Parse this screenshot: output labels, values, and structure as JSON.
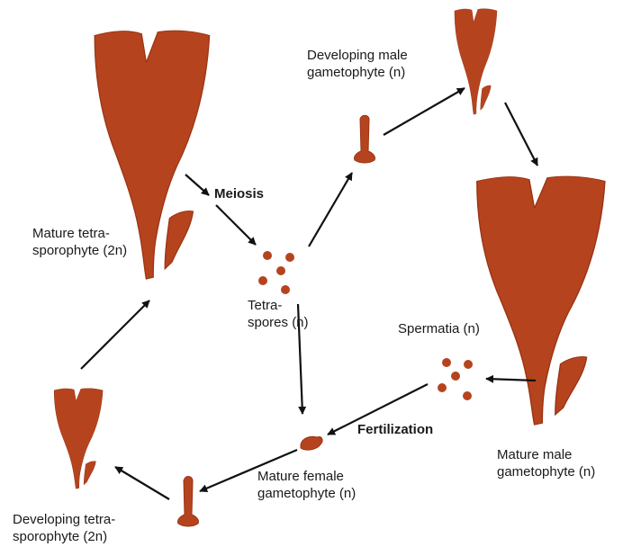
{
  "labels": {
    "mature_tetrasporophyte": [
      "Mature tetra-",
      "sporophyte (2n)"
    ],
    "meiosis": "Meiosis",
    "tetraspores": [
      "Tetra-",
      "spores (n)"
    ],
    "developing_male": [
      "Developing male",
      "gametophyte (n)"
    ],
    "mature_male": [
      "Mature male",
      "gametophyte (n)"
    ],
    "spermatia": "Spermatia (n)",
    "fertilization": "Fertilization",
    "mature_female": [
      "Mature female",
      "gametophyte (n)"
    ],
    "developing_tetrasporophyte": [
      "Developing tetra-",
      "sporophyte (2n)"
    ]
  },
  "colors": {
    "thallus_fill": "#b5441e",
    "thallus_stroke": "#9a3414",
    "arrow": "#111111"
  }
}
